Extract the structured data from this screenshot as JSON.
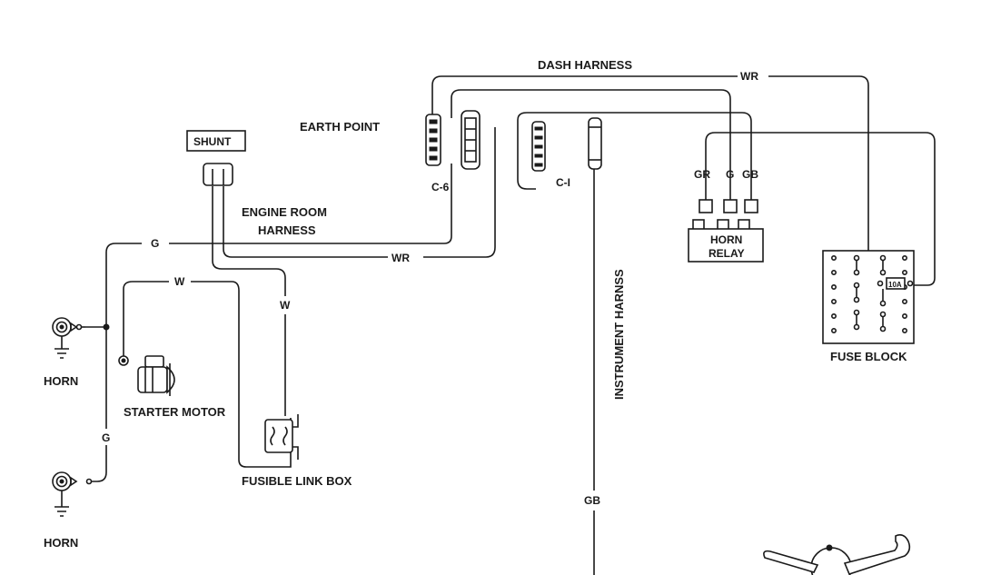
{
  "harness_labels": {
    "dash_harness": "DASH HARNESS",
    "engine_room_harness_line1": "ENGINE ROOM",
    "engine_room_harness_line2": "HARNESS",
    "instrument_harness": "INSTRUMENT HARNSS"
  },
  "components": {
    "earth_point": "EARTH POINT",
    "shunt": "SHUNT",
    "connector_c6": "C-6",
    "connector_c1": "C-I",
    "horn_relay_line1": "HORN",
    "horn_relay_line2": "RELAY",
    "fuse_block": "FUSE BLOCK",
    "fuse_rating": "10A",
    "horn_upper": "HORN",
    "horn_lower": "HORN",
    "starter_motor": "STARTER MOTOR",
    "fusible_link_box": "FUSIBLE LINK BOX"
  },
  "wire_colors": {
    "wr_dash": "WR",
    "wr_engine": "WR",
    "g_left": "G",
    "g_lower": "G",
    "w_top": "W",
    "w_right": "W",
    "gr_relay": "GR",
    "g_relay": "G",
    "gb_relay": "GB",
    "gb_instrument": "GB"
  }
}
